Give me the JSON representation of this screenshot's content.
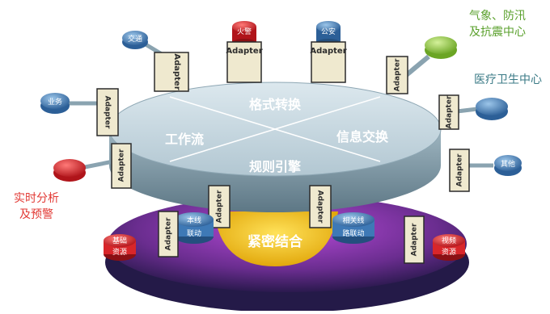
{
  "disk": {
    "sectors": [
      "格式转换",
      "工作流",
      "信息交换",
      "规则引擎"
    ],
    "core": "紧密结合"
  },
  "adapter_text": "Adapter",
  "nodes": {
    "jiaotong": "交通",
    "huojing": "火警",
    "gongan": "公安",
    "yewu": "业务",
    "qita": "其他",
    "benxian_1": "本线",
    "benxian_2": "联动",
    "xiangguan_1": "相关线",
    "xiangguan_2": "路联动",
    "jichu_1": "基础",
    "jichu_2": "资源",
    "shipin_1": "视频",
    "shipin_2": "资源"
  },
  "outer_labels": {
    "qixiang_1": "气象、防汛",
    "qixiang_2": "及抗震中心",
    "yiliao": "医疗卫生中心",
    "shishi_1": "实时分析",
    "shishi_2": "及预警"
  },
  "colors": {
    "disk_top": "#c9d9e2",
    "disk_side": "#8aa3b0",
    "lower_disk": "#6a2d8f",
    "core": "#f5c518",
    "node_blue": "#3e79b6",
    "node_red": "#d8262a",
    "node_green": "#8cc63e",
    "adapter": "#efe9cf",
    "label_green": "#5aa02c",
    "label_teal": "#3a7a86",
    "label_red": "#e23a35"
  }
}
